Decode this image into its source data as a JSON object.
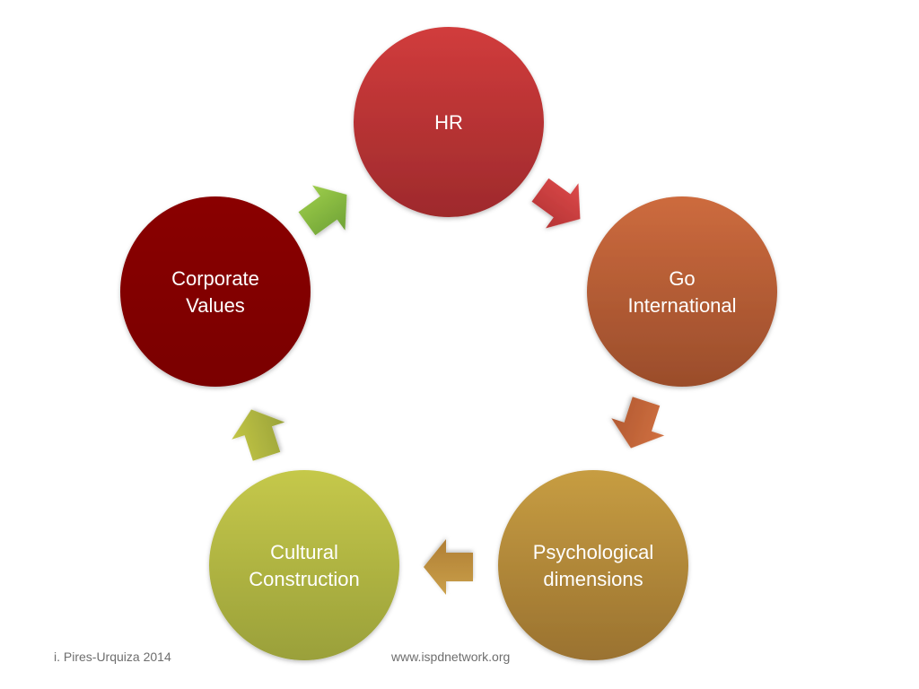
{
  "nodes": [
    {
      "id": "hr",
      "lines": [
        "HR"
      ],
      "color_light": "#d13c3c",
      "color_dark": "#9e2a2c"
    },
    {
      "id": "go-international",
      "lines": [
        "Go",
        "International"
      ],
      "color_light": "#cd6b3e",
      "color_dark": "#9a4d2b"
    },
    {
      "id": "psychological-dimensions",
      "lines": [
        "Psychological",
        "dimensions"
      ],
      "color_light": "#c79d42",
      "color_dark": "#9a7230"
    },
    {
      "id": "cultural-construction",
      "lines": [
        "Cultural",
        "Construction"
      ],
      "color_light": "#c5c84a",
      "color_dark": "#9aa03a"
    },
    {
      "id": "corporate-values",
      "lines": [
        "Corporate",
        "Values"
      ],
      "color_light": "#8a0606",
      "color_dark": "#7a0000"
    }
  ],
  "arrows": [
    {
      "id": "hr-to-go-international",
      "color_light": "#dc4a4a",
      "color_dark": "#b53334"
    },
    {
      "id": "go-international-to-psychological",
      "color_light": "#d07040",
      "color_dark": "#b35a32"
    },
    {
      "id": "psychological-to-cultural",
      "color_light": "#caa04a",
      "color_dark": "#b07e34"
    },
    {
      "id": "cultural-to-corporate",
      "color_light": "#c2c545",
      "color_dark": "#9aa33a"
    },
    {
      "id": "corporate-to-hr",
      "color_light": "#9ccc4a",
      "color_dark": "#6fa236"
    }
  ],
  "footer": {
    "left": "i. Pires-Urquiza 2014",
    "right": "www.ispdnetwork.org"
  }
}
